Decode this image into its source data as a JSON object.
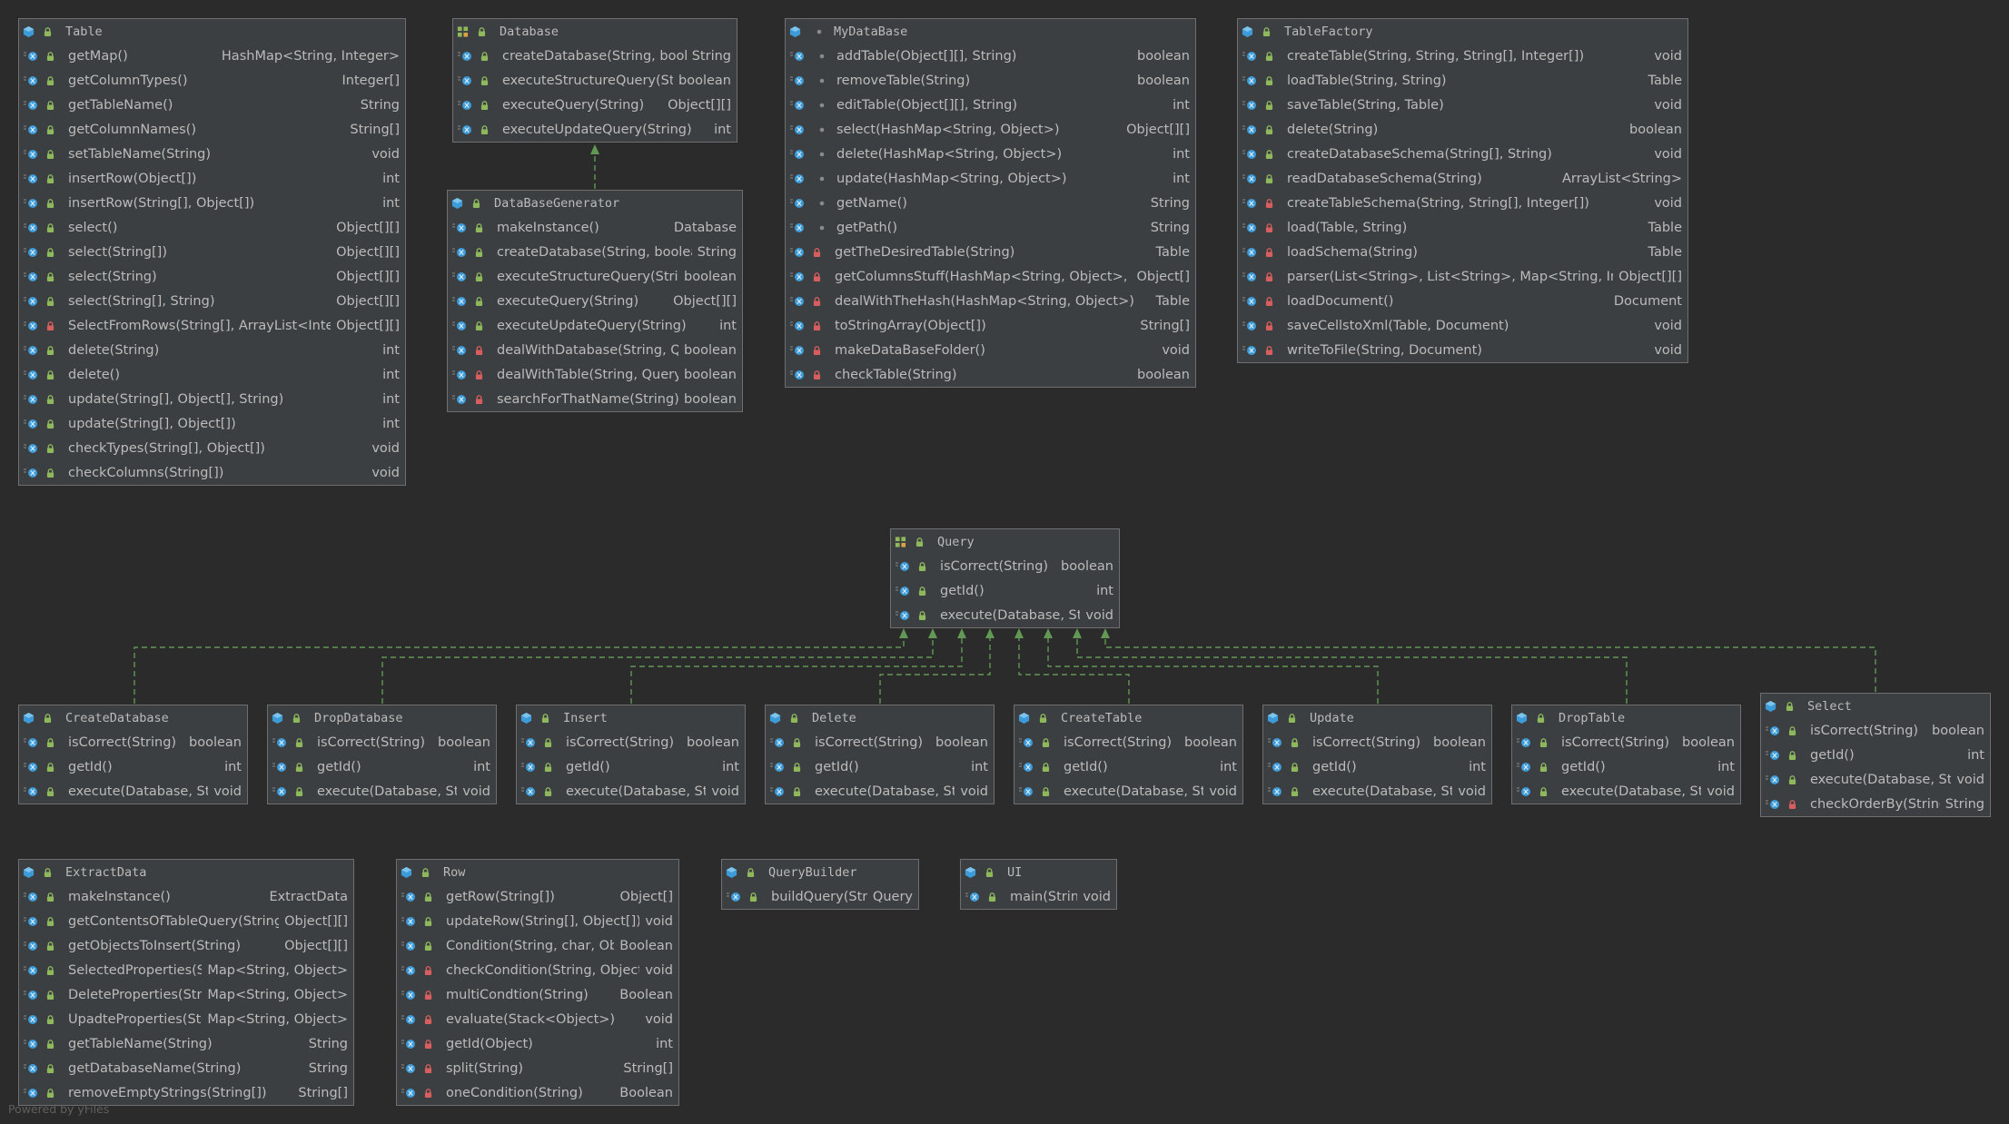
{
  "footer": "Powered by yFiles",
  "colors": {
    "background": "#2b2b2b",
    "box": "#3c3f41",
    "border": "#6f6f6f",
    "text": "#bbbbbb",
    "edge": "#629755",
    "class_icon": "#3d9bd8",
    "interface_icon": "#8fb85c",
    "public_lock": "#8fb85c",
    "private_lock": "#d75e5e"
  },
  "classes": [
    {
      "id": "Table",
      "name": "Table",
      "kind": "class",
      "methods": [
        {
          "name": "getMap()",
          "type": "HashMap<String, Integer>",
          "vis": "pub"
        },
        {
          "name": "getColumnTypes()",
          "type": "Integer[]",
          "vis": "pub"
        },
        {
          "name": "getTableName()",
          "type": "String",
          "vis": "pub"
        },
        {
          "name": "getColumnNames()",
          "type": "String[]",
          "vis": "pub"
        },
        {
          "name": "setTableName(String)",
          "type": "void",
          "vis": "pub"
        },
        {
          "name": "insertRow(Object[])",
          "type": "int",
          "vis": "pub"
        },
        {
          "name": "insertRow(String[], Object[])",
          "type": "int",
          "vis": "pub"
        },
        {
          "name": "select()",
          "type": "Object[][]",
          "vis": "pub"
        },
        {
          "name": "select(String[])",
          "type": "Object[][]",
          "vis": "pub"
        },
        {
          "name": "select(String)",
          "type": "Object[][]",
          "vis": "pub"
        },
        {
          "name": "select(String[], String)",
          "type": "Object[][]",
          "vis": "pub"
        },
        {
          "name": "SelectFromRows(String[], ArrayList<Integer>)",
          "type": "Object[][]",
          "vis": "priv"
        },
        {
          "name": "delete(String)",
          "type": "int",
          "vis": "pub"
        },
        {
          "name": "delete()",
          "type": "int",
          "vis": "pub"
        },
        {
          "name": "update(String[], Object[], String)",
          "type": "int",
          "vis": "pub"
        },
        {
          "name": "update(String[], Object[])",
          "type": "int",
          "vis": "pub"
        },
        {
          "name": "checkTypes(String[], Object[])",
          "type": "void",
          "vis": "pub"
        },
        {
          "name": "checkColumns(String[])",
          "type": "void",
          "vis": "pub"
        }
      ]
    },
    {
      "id": "Database",
      "name": "Database",
      "kind": "interface",
      "methods": [
        {
          "name": "createDatabase(String, boolean)",
          "type": "String",
          "vis": "pub"
        },
        {
          "name": "executeStructureQuery(String)",
          "type": "boolean",
          "vis": "pub"
        },
        {
          "name": "executeQuery(String)",
          "type": "Object[][]",
          "vis": "pub"
        },
        {
          "name": "executeUpdateQuery(String)",
          "type": "int",
          "vis": "pub"
        }
      ]
    },
    {
      "id": "DataBaseGenerator",
      "name": "DataBaseGenerator",
      "kind": "class",
      "methods": [
        {
          "name": "makeInstance()",
          "type": "Database",
          "vis": "pub"
        },
        {
          "name": "createDatabase(String, boolean)",
          "type": "String",
          "vis": "pub"
        },
        {
          "name": "executeStructureQuery(String)",
          "type": "boolean",
          "vis": "pub"
        },
        {
          "name": "executeQuery(String)",
          "type": "Object[][]",
          "vis": "pub"
        },
        {
          "name": "executeUpdateQuery(String)",
          "type": "int",
          "vis": "pub"
        },
        {
          "name": "dealWithDatabase(String, Query)",
          "type": "boolean",
          "vis": "priv"
        },
        {
          "name": "dealWithTable(String, Query)",
          "type": "boolean",
          "vis": "priv"
        },
        {
          "name": "searchForThatName(String)",
          "type": "boolean",
          "vis": "priv"
        }
      ]
    },
    {
      "id": "MyDataBase",
      "name": "MyDataBase",
      "kind": "class",
      "pkg": true,
      "methods": [
        {
          "name": "addTable(Object[][], String)",
          "type": "boolean",
          "vis": "pkg"
        },
        {
          "name": "removeTable(String)",
          "type": "boolean",
          "vis": "pkg"
        },
        {
          "name": "editTable(Object[][], String)",
          "type": "int",
          "vis": "pkg"
        },
        {
          "name": "select(HashMap<String, Object>)",
          "type": "Object[][]",
          "vis": "pkg"
        },
        {
          "name": "delete(HashMap<String, Object>)",
          "type": "int",
          "vis": "pkg"
        },
        {
          "name": "update(HashMap<String, Object>)",
          "type": "int",
          "vis": "pkg"
        },
        {
          "name": "getName()",
          "type": "String",
          "vis": "pkg"
        },
        {
          "name": "getPath()",
          "type": "String",
          "vis": "pkg"
        },
        {
          "name": "getTheDesiredTable(String)",
          "type": "Table",
          "vis": "priv"
        },
        {
          "name": "getColumnsStuff(HashMap<String, Object>, String)",
          "type": "Object[]",
          "vis": "priv"
        },
        {
          "name": "dealWithTheHash(HashMap<String, Object>)",
          "type": "Table",
          "vis": "priv"
        },
        {
          "name": "toStringArray(Object[])",
          "type": "String[]",
          "vis": "priv"
        },
        {
          "name": "makeDataBaseFolder()",
          "type": "void",
          "vis": "priv"
        },
        {
          "name": "checkTable(String)",
          "type": "boolean",
          "vis": "priv"
        }
      ]
    },
    {
      "id": "TableFactory",
      "name": "TableFactory",
      "kind": "class",
      "methods": [
        {
          "name": "createTable(String, String, String[], Integer[])",
          "type": "void",
          "vis": "pub"
        },
        {
          "name": "loadTable(String, String)",
          "type": "Table",
          "vis": "pub"
        },
        {
          "name": "saveTable(String, Table)",
          "type": "void",
          "vis": "pub"
        },
        {
          "name": "delete(String)",
          "type": "boolean",
          "vis": "pub"
        },
        {
          "name": "createDatabaseSchema(String[], String)",
          "type": "void",
          "vis": "pub"
        },
        {
          "name": "readDatabaseSchema(String)",
          "type": "ArrayList<String>",
          "vis": "pub"
        },
        {
          "name": "createTableSchema(String, String[], Integer[])",
          "type": "void",
          "vis": "priv"
        },
        {
          "name": "load(Table, String)",
          "type": "Table",
          "vis": "priv"
        },
        {
          "name": "loadSchema(String)",
          "type": "Table",
          "vis": "priv"
        },
        {
          "name": "parser(List<String>, List<String>, Map<String, Integer>)",
          "type": "Object[][]",
          "vis": "priv"
        },
        {
          "name": "loadDocument()",
          "type": "Document",
          "vis": "priv"
        },
        {
          "name": "saveCellstoXml(Table, Document)",
          "type": "void",
          "vis": "priv"
        },
        {
          "name": "writeToFile(String, Document)",
          "type": "void",
          "vis": "priv"
        }
      ]
    },
    {
      "id": "Query",
      "name": "Query",
      "kind": "interface",
      "methods": [
        {
          "name": "isCorrect(String)",
          "type": "boolean",
          "vis": "pub"
        },
        {
          "name": "getId()",
          "type": "int",
          "vis": "pub"
        },
        {
          "name": "execute(Database, String)",
          "type": "void",
          "vis": "pub"
        }
      ]
    },
    {
      "id": "CreateDatabase",
      "name": "CreateDatabase",
      "kind": "class",
      "methods": [
        {
          "name": "isCorrect(String)",
          "type": "boolean",
          "vis": "pub"
        },
        {
          "name": "getId()",
          "type": "int",
          "vis": "pub"
        },
        {
          "name": "execute(Database, String)",
          "type": "void",
          "vis": "pub"
        }
      ]
    },
    {
      "id": "DropDatabase",
      "name": "DropDatabase",
      "kind": "class",
      "methods": [
        {
          "name": "isCorrect(String)",
          "type": "boolean",
          "vis": "pub"
        },
        {
          "name": "getId()",
          "type": "int",
          "vis": "pub"
        },
        {
          "name": "execute(Database, String)",
          "type": "void",
          "vis": "pub"
        }
      ]
    },
    {
      "id": "Insert",
      "name": "Insert",
      "kind": "class",
      "methods": [
        {
          "name": "isCorrect(String)",
          "type": "boolean",
          "vis": "pub"
        },
        {
          "name": "getId()",
          "type": "int",
          "vis": "pub"
        },
        {
          "name": "execute(Database, String)",
          "type": "void",
          "vis": "pub"
        }
      ]
    },
    {
      "id": "Delete",
      "name": "Delete",
      "kind": "class",
      "methods": [
        {
          "name": "isCorrect(String)",
          "type": "boolean",
          "vis": "pub"
        },
        {
          "name": "getId()",
          "type": "int",
          "vis": "pub"
        },
        {
          "name": "execute(Database, String)",
          "type": "void",
          "vis": "pub"
        }
      ]
    },
    {
      "id": "CreateTable",
      "name": "CreateTable",
      "kind": "class",
      "methods": [
        {
          "name": "isCorrect(String)",
          "type": "boolean",
          "vis": "pub"
        },
        {
          "name": "getId()",
          "type": "int",
          "vis": "pub"
        },
        {
          "name": "execute(Database, String)",
          "type": "void",
          "vis": "pub"
        }
      ]
    },
    {
      "id": "Update",
      "name": "Update",
      "kind": "class",
      "methods": [
        {
          "name": "isCorrect(String)",
          "type": "boolean",
          "vis": "pub"
        },
        {
          "name": "getId()",
          "type": "int",
          "vis": "pub"
        },
        {
          "name": "execute(Database, String)",
          "type": "void",
          "vis": "pub"
        }
      ]
    },
    {
      "id": "DropTable",
      "name": "DropTable",
      "kind": "class",
      "methods": [
        {
          "name": "isCorrect(String)",
          "type": "boolean",
          "vis": "pub"
        },
        {
          "name": "getId()",
          "type": "int",
          "vis": "pub"
        },
        {
          "name": "execute(Database, String)",
          "type": "void",
          "vis": "pub"
        }
      ]
    },
    {
      "id": "Select",
      "name": "Select",
      "kind": "class",
      "methods": [
        {
          "name": "isCorrect(String)",
          "type": "boolean",
          "vis": "pub"
        },
        {
          "name": "getId()",
          "type": "int",
          "vis": "pub"
        },
        {
          "name": "execute(Database, String)",
          "type": "void",
          "vis": "pub"
        },
        {
          "name": "checkOrderBy(String)",
          "type": "String",
          "vis": "priv"
        }
      ]
    },
    {
      "id": "ExtractData",
      "name": "ExtractData",
      "kind": "class",
      "methods": [
        {
          "name": "makeInstance()",
          "type": "ExtractData",
          "vis": "pub"
        },
        {
          "name": "getContentsOfTableQuery(String)",
          "type": "Object[][]",
          "vis": "pub"
        },
        {
          "name": "getObjectsToInsert(String)",
          "type": "Object[][]",
          "vis": "pub"
        },
        {
          "name": "SelectedProperties(String)",
          "type": "Map<String, Object>",
          "vis": "pub"
        },
        {
          "name": "DeleteProperties(String)",
          "type": "Map<String, Object>",
          "vis": "pub"
        },
        {
          "name": "UpadteProperties(String)",
          "type": "Map<String, Object>",
          "vis": "pub"
        },
        {
          "name": "getTableName(String)",
          "type": "String",
          "vis": "pub"
        },
        {
          "name": "getDatabaseName(String)",
          "type": "String",
          "vis": "pub"
        },
        {
          "name": "removeEmptyStrings(String[])",
          "type": "String[]",
          "vis": "pub"
        }
      ]
    },
    {
      "id": "Row",
      "name": "Row",
      "kind": "class",
      "methods": [
        {
          "name": "getRow(String[])",
          "type": "Object[]",
          "vis": "pub"
        },
        {
          "name": "updateRow(String[], Object[])",
          "type": "void",
          "vis": "pub"
        },
        {
          "name": "Condition(String, char, Object)",
          "type": "Boolean",
          "vis": "pub"
        },
        {
          "name": "checkCondition(String, Object)",
          "type": "void",
          "vis": "priv"
        },
        {
          "name": "multiCondtion(String)",
          "type": "Boolean",
          "vis": "priv"
        },
        {
          "name": "evaluate(Stack<Object>)",
          "type": "void",
          "vis": "priv"
        },
        {
          "name": "getId(Object)",
          "type": "int",
          "vis": "priv"
        },
        {
          "name": "split(String)",
          "type": "String[]",
          "vis": "priv"
        },
        {
          "name": "oneCondition(String)",
          "type": "Boolean",
          "vis": "priv"
        }
      ]
    },
    {
      "id": "QueryBuilder",
      "name": "QueryBuilder",
      "kind": "class",
      "methods": [
        {
          "name": "buildQuery(String)",
          "type": "Query",
          "vis": "pub"
        }
      ]
    },
    {
      "id": "UI",
      "name": "UI",
      "kind": "class",
      "methods": [
        {
          "name": "main(String[])",
          "type": "void",
          "vis": "pub"
        }
      ]
    }
  ]
}
